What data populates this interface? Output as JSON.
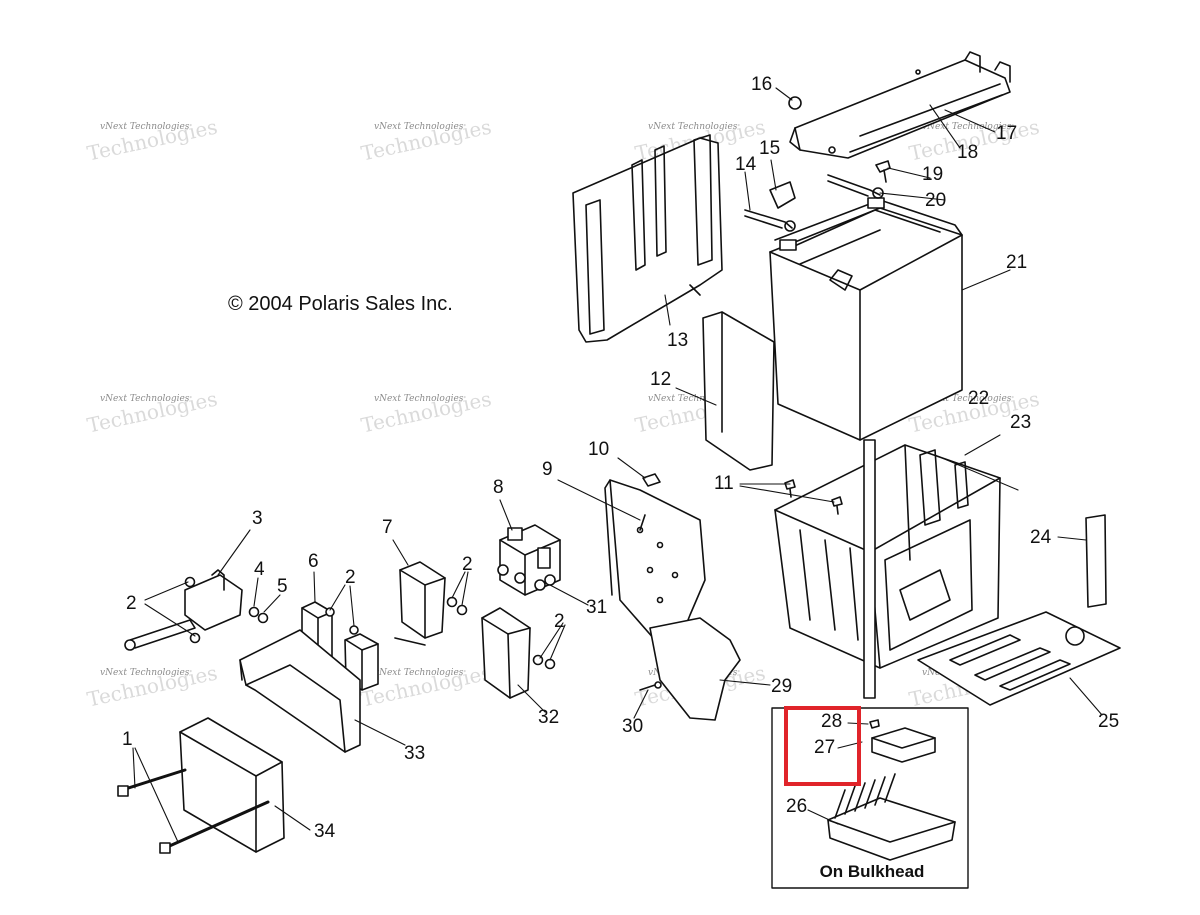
{
  "copyright": "© 2004 Polaris Sales Inc.",
  "watermark": {
    "line1": "vNext Technologies",
    "line2": "Technologies"
  },
  "inset_label": "On Bulkhead",
  "highlight_color": "#e0242a",
  "callouts": {
    "c1": "1",
    "c2a": "2",
    "c2b": "2",
    "c2c": "2",
    "c2d": "2",
    "c3": "3",
    "c4": "4",
    "c5": "5",
    "c6": "6",
    "c7": "7",
    "c8": "8",
    "c9": "9",
    "c10": "10",
    "c11": "11",
    "c12": "12",
    "c13": "13",
    "c14": "14",
    "c15": "15",
    "c16": "16",
    "c17": "17",
    "c18": "18",
    "c19": "19",
    "c20": "20",
    "c21": "21",
    "c22": "22",
    "c23": "23",
    "c24": "24",
    "c25": "25",
    "c26": "26",
    "c27": "27",
    "c28": "28",
    "c29": "29",
    "c30": "30",
    "c31": "31",
    "c32": "32",
    "c33": "33",
    "c34": "34"
  }
}
